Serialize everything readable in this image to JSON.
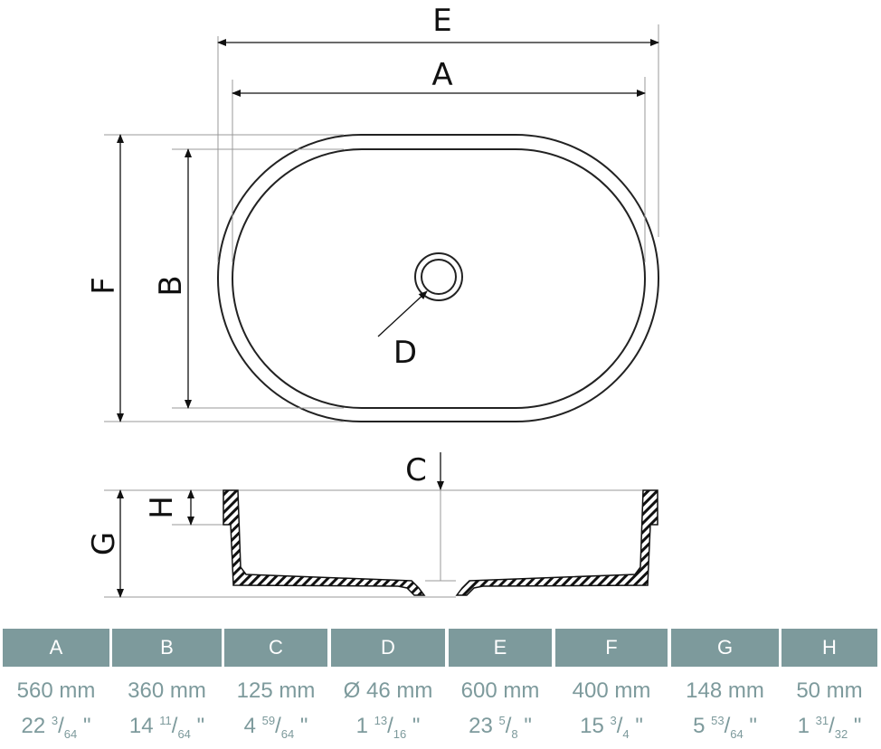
{
  "labels": {
    "E": "E",
    "A": "A",
    "F": "F",
    "B": "B",
    "D": "D",
    "C": "C",
    "H": "H",
    "G": "G"
  },
  "colors": {
    "header_bg": "#7d9a9c",
    "value_text": "#7d9a9c"
  },
  "table": [
    {
      "header": "A",
      "mm": "560 mm",
      "whole": "22",
      "num": "3",
      "den": "64"
    },
    {
      "header": "B",
      "mm": "360 mm",
      "whole": "14",
      "num": "11",
      "den": "64"
    },
    {
      "header": "C",
      "mm": "125 mm",
      "whole": "4",
      "num": "59",
      "den": "64"
    },
    {
      "header": "D",
      "mm": "Ø 46 mm",
      "whole": "1",
      "num": "13",
      "den": "16"
    },
    {
      "header": "E",
      "mm": "600 mm",
      "whole": "23",
      "num": "5",
      "den": "8"
    },
    {
      "header": "F",
      "mm": "400 mm",
      "whole": "15",
      "num": "3",
      "den": "4"
    },
    {
      "header": "G",
      "mm": "148 mm",
      "whole": "5",
      "num": "53",
      "den": "64"
    },
    {
      "header": "H",
      "mm": "50 mm",
      "whole": "1",
      "num": "31",
      "den": "32"
    }
  ],
  "inch_mark": "\""
}
